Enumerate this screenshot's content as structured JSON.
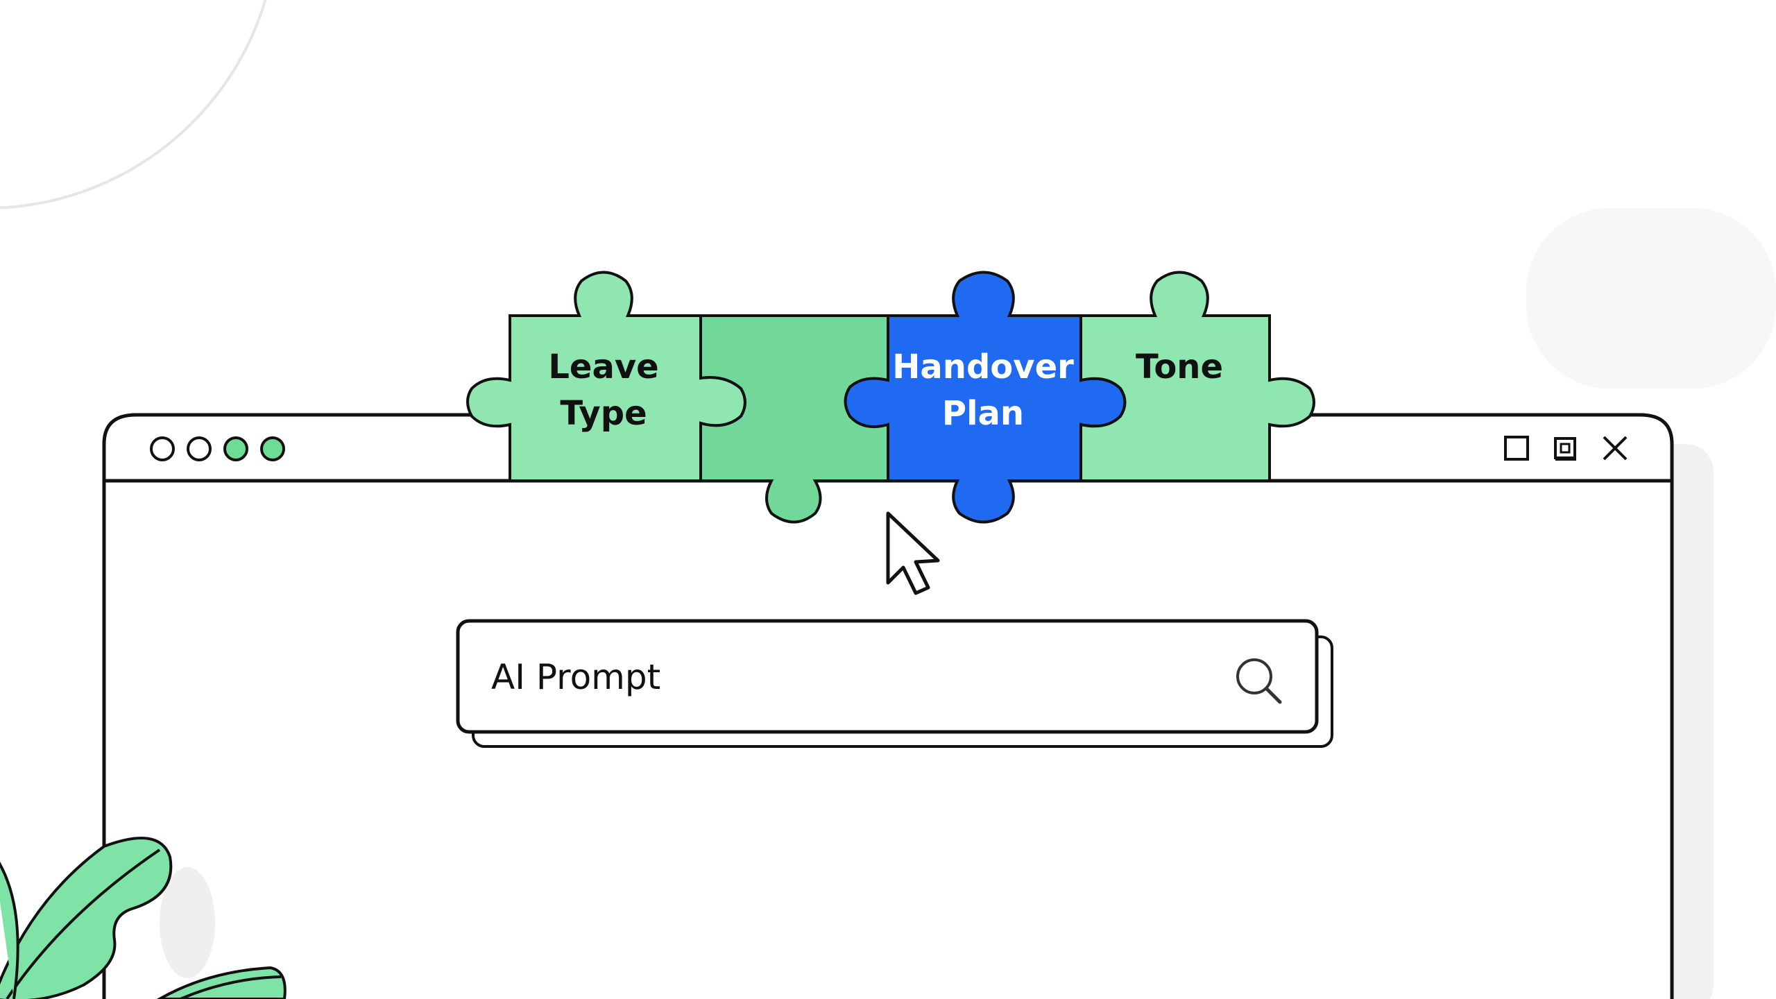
{
  "colors": {
    "green_piece": "#8FE6B0",
    "green_piece_mid": "#72D89A",
    "blue_piece": "#1F6AF0",
    "outline": "#111111",
    "window_bg": "#ffffff",
    "dot_green": "#6EDB96",
    "leaf_green": "#7FE3A8"
  },
  "window": {
    "controls": {
      "maximize_icon": "square-icon",
      "restore_icon": "restore-icon",
      "close_icon": "close-icon"
    }
  },
  "puzzle": {
    "pieces": [
      {
        "label_line1": "Leave",
        "label_line2": "Type",
        "color": "#8FE6B0"
      },
      {
        "label_line1": "",
        "label_line2": "",
        "color": "#72D89A"
      },
      {
        "label_line1": "Handover",
        "label_line2": "Plan",
        "color": "#1F6AF0"
      },
      {
        "label_line1": "Tone",
        "label_line2": "",
        "color": "#8FE6B0"
      }
    ]
  },
  "search": {
    "placeholder": "AI Prompt",
    "icon": "search-icon"
  },
  "cursor": {
    "icon": "mouse-pointer-icon"
  }
}
